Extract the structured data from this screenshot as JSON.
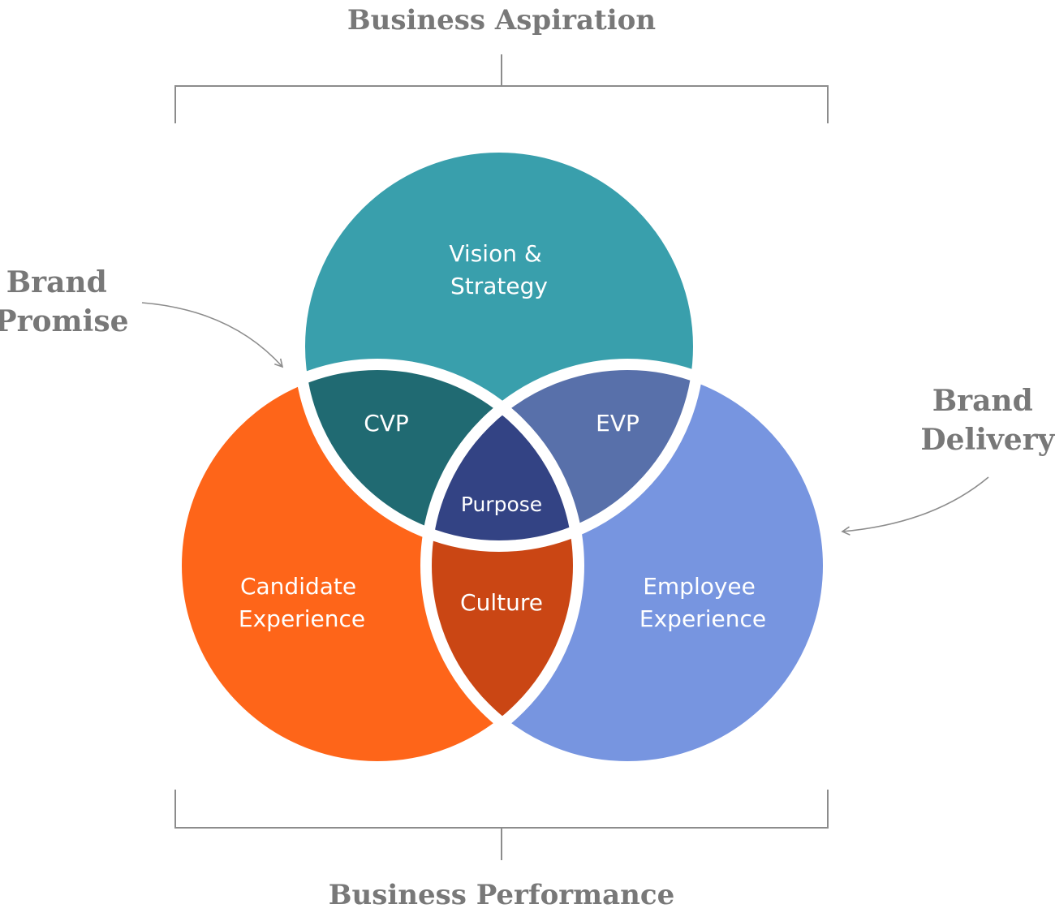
{
  "top_label": "Business Aspiration",
  "bottom_label": "Business Performance",
  "left_label": {
    "line1": "Brand",
    "line2": "Promise"
  },
  "right_label": {
    "line1": "Brand",
    "line2": "Delivery"
  },
  "regions": {
    "top": {
      "line1": "Vision &",
      "line2": "Strategy",
      "color": "#399fac"
    },
    "left": {
      "line1": "Candidate",
      "line2": "Experience",
      "color": "#fe6519"
    },
    "right": {
      "line1": "Employee",
      "line2": "Experience",
      "color": "#7795e0"
    },
    "top_left": {
      "label": "CVP",
      "color": "#206a72"
    },
    "top_right": {
      "label": "EVP",
      "color": "#5870aa"
    },
    "bottom": {
      "label": "Culture",
      "color": "#ca4614"
    },
    "center": {
      "label": "Purpose",
      "color": "#334384"
    }
  },
  "colors": {
    "text_gray": "#787878",
    "line_gray": "#8c8c8c"
  }
}
